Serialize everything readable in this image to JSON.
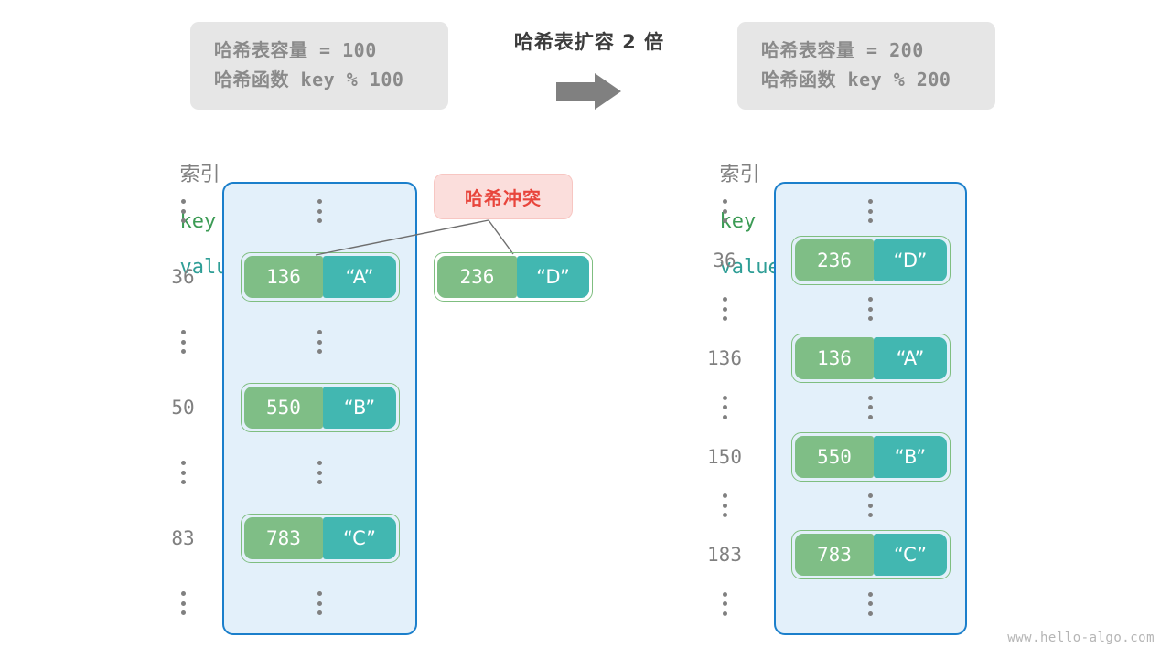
{
  "header": {
    "left_box": {
      "line1": "哈希表容量 = 100",
      "line2": "哈希函数 key % 100"
    },
    "right_box": {
      "line1": "哈希表容量 = 200",
      "line2": "哈希函数 key % 200"
    },
    "title": "哈希表扩容 2 倍",
    "arrow_icon": "right-arrow-icon",
    "arrow_color": "#808080"
  },
  "columns": {
    "index_label": "索引",
    "key_label": "key",
    "value_label": "value",
    "key_color": "#3C9B55",
    "value_color": "#2F9E96",
    "index_color": "#808080"
  },
  "colors": {
    "bucket_fill": "#E3F0FA",
    "bucket_border": "#1B7FCB",
    "key_cell": "#7FBE86",
    "value_cell": "#42B7B1",
    "cell_border": "#7FBE80",
    "info_box": "#E6E6E6",
    "collision_bg": "#FBDEDC",
    "collision_text": "#E8453C"
  },
  "ellipsis_glyph": "vertical-ellipsis",
  "left_table": {
    "rows": [
      {
        "index": "",
        "ellipsis": true,
        "key": "",
        "value": ""
      },
      {
        "index": "36",
        "ellipsis": false,
        "key": "136",
        "value": "“A”"
      },
      {
        "index": "",
        "ellipsis": true,
        "key": "",
        "value": ""
      },
      {
        "index": "50",
        "ellipsis": false,
        "key": "550",
        "value": "“B”"
      },
      {
        "index": "",
        "ellipsis": true,
        "key": "",
        "value": ""
      },
      {
        "index": "83",
        "ellipsis": false,
        "key": "783",
        "value": "“C”"
      },
      {
        "index": "",
        "ellipsis": true,
        "key": "",
        "value": ""
      }
    ]
  },
  "right_table": {
    "rows": [
      {
        "index": "",
        "ellipsis": true,
        "key": "",
        "value": ""
      },
      {
        "index": "36",
        "ellipsis": false,
        "key": "236",
        "value": "“D”"
      },
      {
        "index": "",
        "ellipsis": true,
        "key": "",
        "value": ""
      },
      {
        "index": "136",
        "ellipsis": false,
        "key": "136",
        "value": "“A”"
      },
      {
        "index": "",
        "ellipsis": true,
        "key": "",
        "value": ""
      },
      {
        "index": "150",
        "ellipsis": false,
        "key": "550",
        "value": "“B”"
      },
      {
        "index": "",
        "ellipsis": true,
        "key": "",
        "value": ""
      },
      {
        "index": "183",
        "ellipsis": false,
        "key": "783",
        "value": "“C”"
      },
      {
        "index": "",
        "ellipsis": true,
        "key": "",
        "value": ""
      }
    ]
  },
  "collision": {
    "label": "哈希冲突",
    "detached_key": "236",
    "detached_value": "“D”"
  },
  "watermark": "www.hello-algo.com"
}
